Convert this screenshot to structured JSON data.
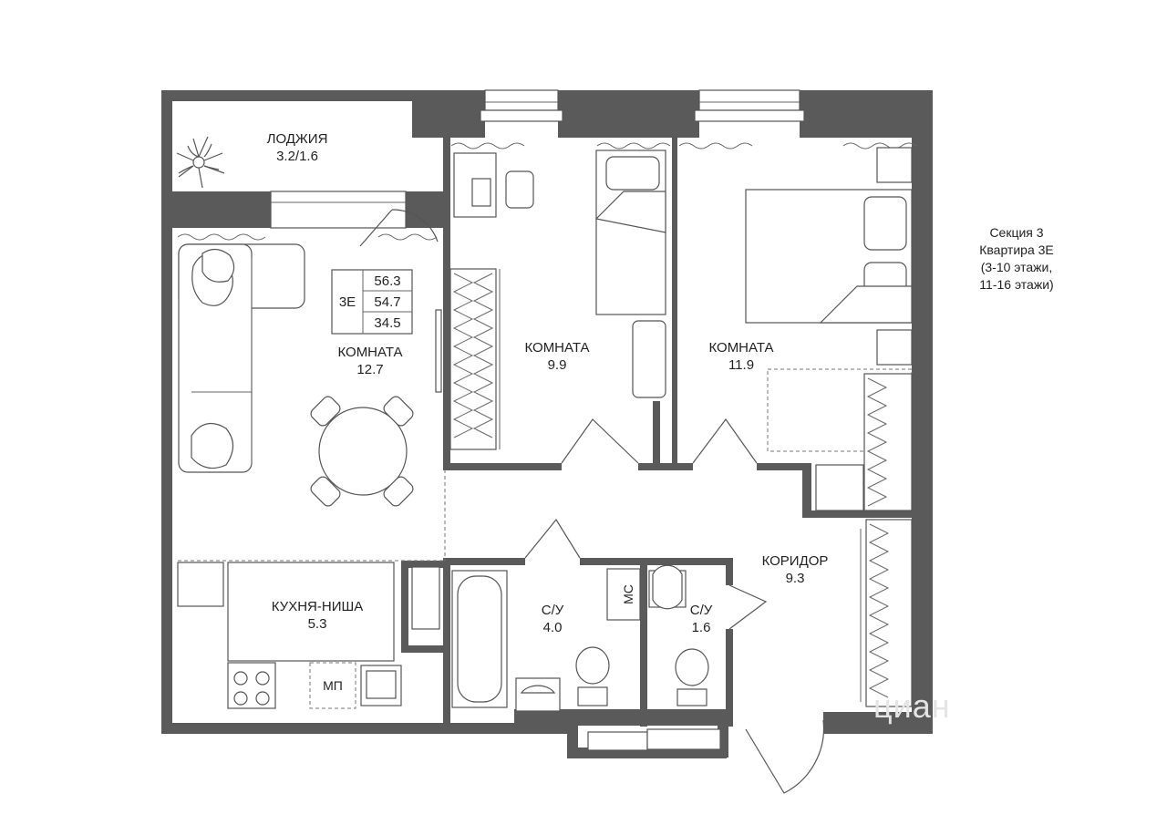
{
  "section": {
    "line1": "Секция 3",
    "line2": "Квартира 3Е",
    "line3": "(3-10 этажи,",
    "line4": "11-16 этажи)"
  },
  "area_table": {
    "code": "3Е",
    "total": "56.3",
    "living_total": "54.7",
    "living": "34.5"
  },
  "rooms": {
    "loggia": {
      "name": "ЛОДЖИЯ",
      "area": "3.2/1.6"
    },
    "living_room": {
      "name": "КОМНАТА",
      "area": "12.7"
    },
    "room_middle": {
      "name": "КОМНАТА",
      "area": "9.9"
    },
    "room_right": {
      "name": "КОМНАТА",
      "area": "11.9"
    },
    "kitchen": {
      "name": "КУХНЯ-НИША",
      "area": "5.3"
    },
    "bath_large": {
      "name": "С/У",
      "area": "4.0"
    },
    "bath_small": {
      "name": "С/У",
      "area": "1.6"
    },
    "corridor": {
      "name": "КОРИДОР",
      "area": "9.3"
    }
  },
  "tags": {
    "ms": "МС",
    "mp": "МП"
  },
  "watermark": "циан",
  "colors": {
    "wall": "#5a5a5a",
    "line": "#555555"
  }
}
